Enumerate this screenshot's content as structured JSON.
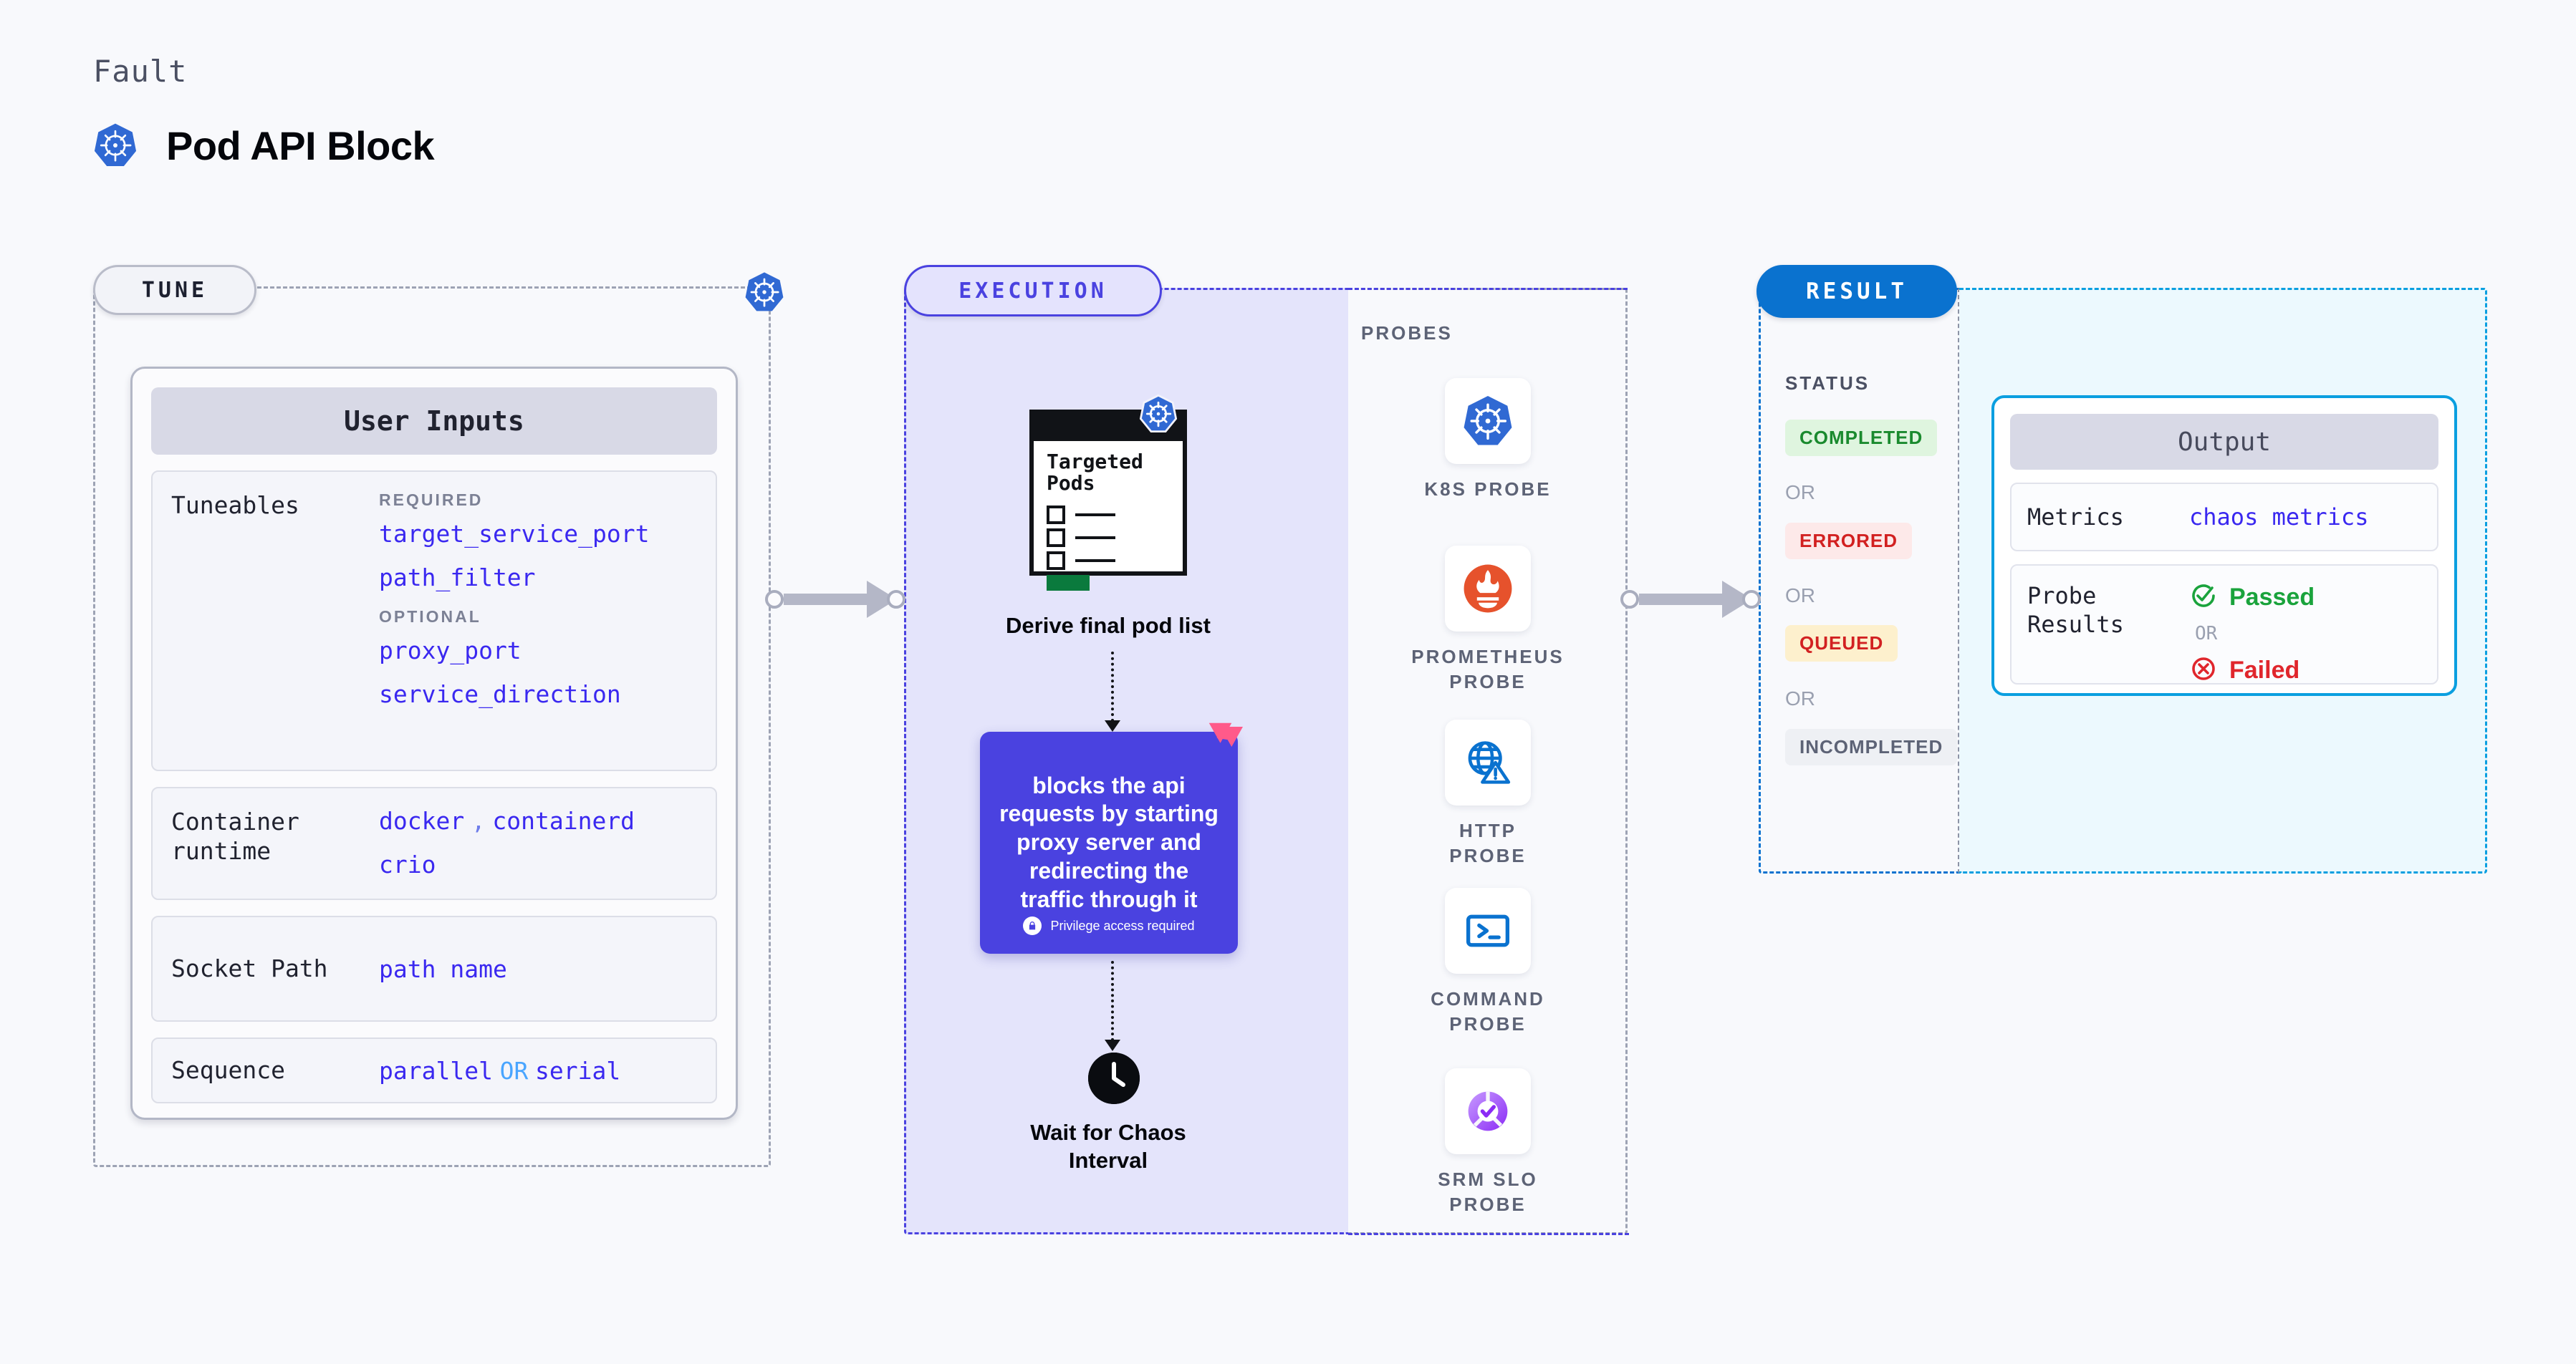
{
  "header": {
    "eyebrow": "Fault",
    "title": "Pod API Block",
    "logo_icon": "kubernetes-icon"
  },
  "tune": {
    "pill_label": "TUNE",
    "card_title": "User Inputs",
    "rows": [
      {
        "label": "Tuneables",
        "required_kicker": "REQUIRED",
        "required": [
          "target_service_port",
          "path_filter"
        ],
        "optional_kicker": "OPTIONAL",
        "optional": [
          "proxy_port",
          "service_direction"
        ]
      },
      {
        "label": "Container runtime",
        "values": [
          "docker",
          ",",
          "containerd",
          "crio"
        ]
      },
      {
        "label": "Socket Path",
        "values": [
          "path name"
        ]
      },
      {
        "label": "Sequence",
        "values": [
          "parallel",
          "OR",
          "serial"
        ]
      }
    ],
    "runtime_value_1": "docker",
    "runtime_sep": ",",
    "runtime_value_2": "containerd",
    "runtime_value_3": "crio",
    "socket_value": "path name",
    "sequence_value_1": "parallel",
    "sequence_or": "OR",
    "sequence_value_2": "serial"
  },
  "execution": {
    "pill_label": "EXECUTION",
    "illustration": {
      "title_line1": "Targeted",
      "title_line2": "Pods",
      "badge_icon": "kubernetes-icon"
    },
    "step1_caption": "Derive final pod list",
    "action_card": {
      "text": "blocks the api requests by starting proxy server and redirecting the traffic through it",
      "privilege_note": "Privilege access required",
      "privilege_icon": "lock-icon",
      "corner_icon": "litmus-chaos-icon",
      "bg_color": "#4a42e0"
    },
    "step3_caption_line1": "Wait for Chaos",
    "step3_caption_line2": "Interval",
    "step3_icon": "clock-icon"
  },
  "probes": {
    "title": "PROBES",
    "items": [
      {
        "name": "K8S PROBE",
        "icon": "kubernetes-icon"
      },
      {
        "name": "PROMETHEUS PROBE",
        "icon": "prometheus-icon"
      },
      {
        "name": "HTTP PROBE",
        "icon": "globe-warning-icon"
      },
      {
        "name": "COMMAND PROBE",
        "icon": "terminal-icon"
      },
      {
        "name": "SRM SLO PROBE",
        "icon": "srm-slo-icon"
      }
    ]
  },
  "result": {
    "pill_label": "RESULT",
    "status_title": "STATUS",
    "or_label": "OR",
    "statuses": [
      {
        "label": "COMPLETED",
        "fg": "#1a8a2e",
        "bg": "#dff5df"
      },
      {
        "label": "ERRORED",
        "fg": "#d22121",
        "bg": "#fde9e9"
      },
      {
        "label": "QUEUED",
        "fg": "#d22121",
        "bg": "#fdf0cd"
      },
      {
        "label": "INCOMPLETED",
        "fg": "#5d6376",
        "bg": "#eef0f4"
      }
    ]
  },
  "output": {
    "card_title": "Output",
    "metrics_label": "Metrics",
    "metrics_value": "chaos metrics",
    "probe_results_label": "Probe Results",
    "passed_label": "Passed",
    "failed_label": "Failed",
    "or_label": "OR",
    "passed_icon": "check-circle-icon",
    "failed_icon": "x-circle-icon"
  },
  "colors": {
    "page_bg": "#f8f9fc",
    "accent_purple": "#4a42e0",
    "accent_blue": "#0a72cf",
    "accent_cyan": "#0a9fe0",
    "k8s_blue": "#3069d3",
    "link_blue": "#3a28f0"
  }
}
